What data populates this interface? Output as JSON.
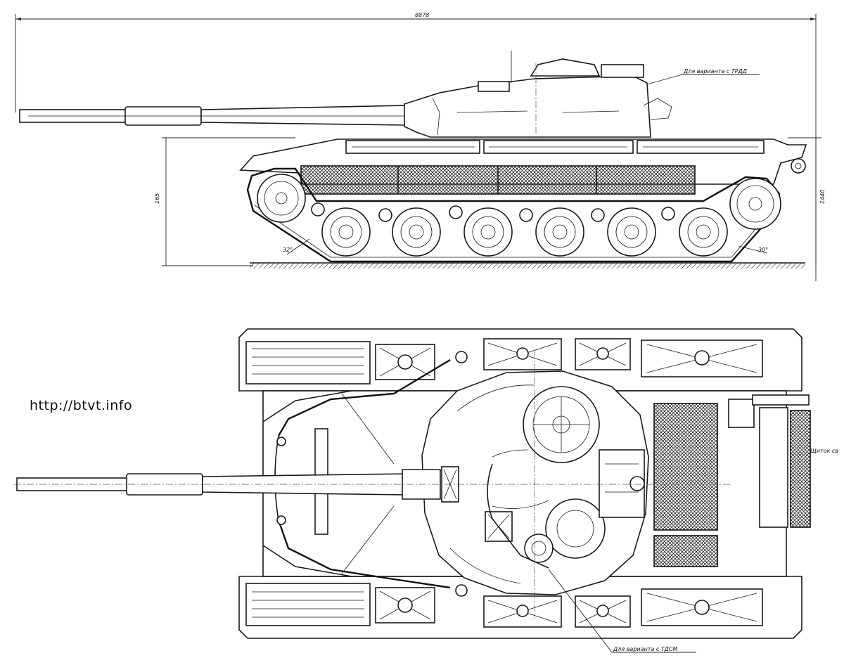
{
  "watermark": "http://btvt.info",
  "dimensions": {
    "overall_length": "8878",
    "height_to_hull": "165",
    "height_turret": "1440",
    "front_angle": "32°",
    "rear_angle": "30°"
  },
  "callouts": {
    "side_trd": "Для варианта с ТРДД",
    "top_tdsm": "Для варианта с ТДСМ",
    "top_shield": "Щиток св"
  }
}
